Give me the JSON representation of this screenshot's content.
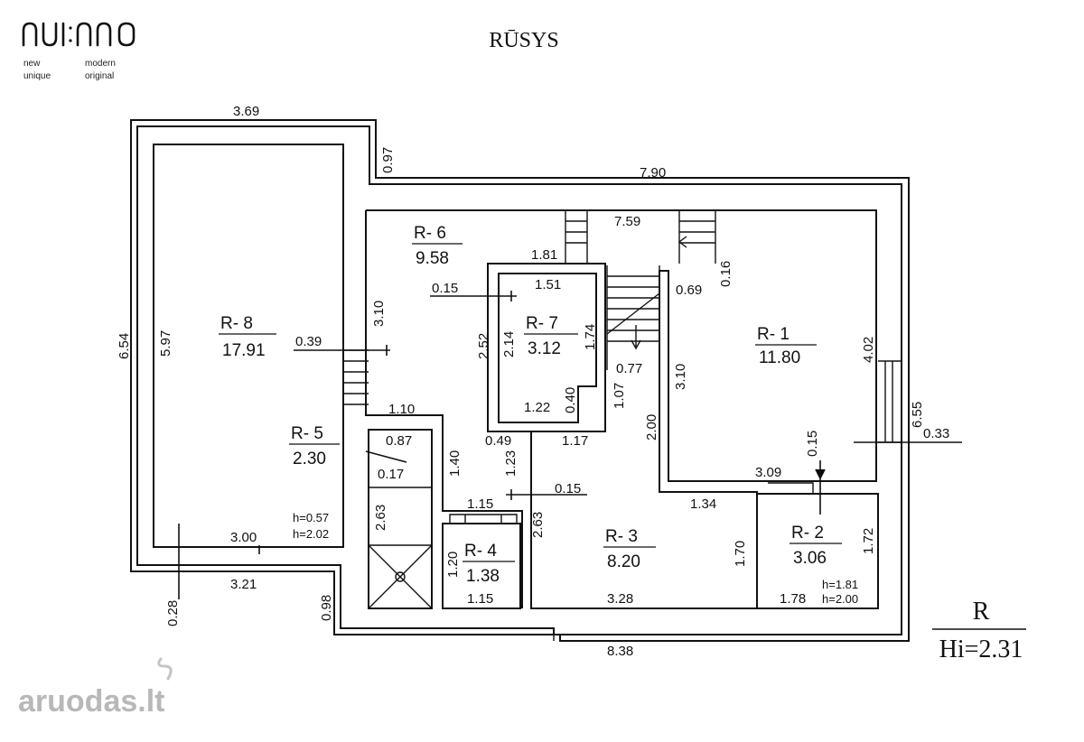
{
  "title": "RŪSYS",
  "logo": {
    "mark": "nu:mo",
    "tagline_words": [
      "new",
      "modern",
      "unique",
      "original"
    ]
  },
  "watermark": "aruodas.lt",
  "legend": {
    "letter": "R",
    "height": "Hi=2.31"
  },
  "rooms": [
    {
      "code": "R- 1",
      "area": "11.80"
    },
    {
      "code": "R- 2",
      "area": "3.06"
    },
    {
      "code": "R- 3",
      "area": "8.20"
    },
    {
      "code": "R- 4",
      "area": "1.38"
    },
    {
      "code": "R- 5",
      "area": "2.30"
    },
    {
      "code": "R- 6",
      "area": "9.58"
    },
    {
      "code": "R- 7",
      "area": "3.12"
    },
    {
      "code": "R- 8",
      "area": "17.91"
    }
  ],
  "heights": {
    "r8_h1": "h=0.57",
    "r8_h2": "h=2.02",
    "r2_h1": "h=1.81",
    "r2_h2": "h=2.00"
  },
  "dimensions": {
    "top_left": "3.69",
    "top_step": "0.97",
    "top_right": "7.90",
    "inner_top": "7.59",
    "outer_left": "6.54",
    "r8_height": "5.97",
    "r8_opening": "0.39",
    "r8_bottom": "3.00",
    "outer_bottom_left": "3.21",
    "bottom_wall": "0.28",
    "bottom_step": "0.98",
    "outer_bottom": "8.38",
    "r6_height": "3.10",
    "r6_left_width": "1.81",
    "r7_wall": "0.15",
    "r7_top": "1.51",
    "r7_outer_h": "2.52",
    "r7_inner_h": "2.14",
    "r7_right_h": "1.74",
    "r7_bottom": "1.22",
    "r7_corner": "0.40",
    "stair_w": "0.77",
    "stair_h": "1.07",
    "r1_wall_top": "0.16",
    "r1_step": "0.69",
    "r1_left_h": "3.10",
    "r1_right_h": "4.02",
    "outer_right": "6.55",
    "r1_right_wall": "0.33",
    "r1_bottom_wall": "0.15",
    "r1_bottom": "3.09",
    "r5_top": "1.10",
    "r5_inner": "0.87",
    "r5_wall": "0.17",
    "r5_h": "1.40",
    "r3_corner": "0.49",
    "r3_top": "1.17",
    "r3_wall_h": "1.23",
    "r3_wall": "0.15",
    "r4_top": "1.15",
    "shaft_h": "2.63",
    "r3_left_h": "2.63",
    "r3_mid": "2.00",
    "r3_right_top": "1.34",
    "r3_right_h": "1.70",
    "r3_bottom": "3.28",
    "r4_h": "1.20",
    "r4_bottom": "1.15",
    "r2_h": "1.72",
    "r2_bottom": "1.78"
  }
}
